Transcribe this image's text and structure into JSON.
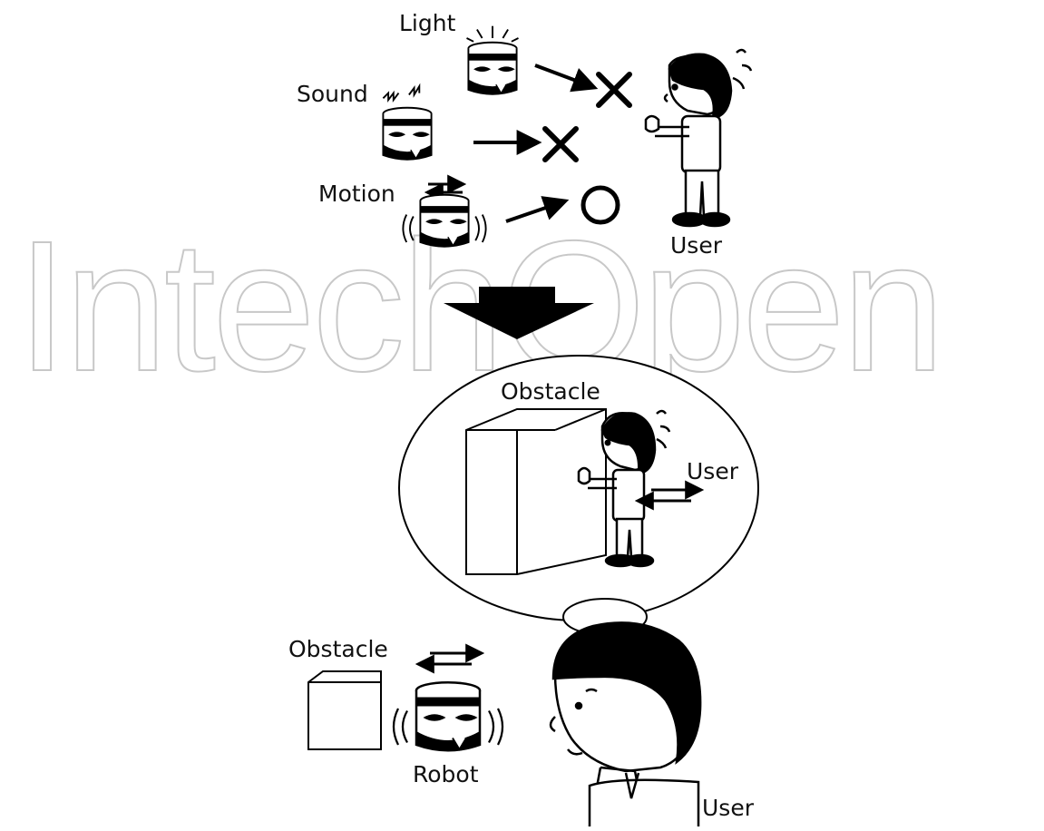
{
  "watermark": "IntechOpen",
  "top_panel": {
    "stimuli": [
      {
        "label": "Light",
        "result_icon": "cross-icon"
      },
      {
        "label": "Sound",
        "result_icon": "cross-icon"
      },
      {
        "label": "Motion",
        "result_icon": "circle-icon"
      }
    ],
    "user_label": "User"
  },
  "transition_icon": "down-arrow-icon",
  "bottom_panel": {
    "thought_bubble": {
      "obstacle_label": "Obstacle",
      "user_label": "User"
    },
    "obstacle_label": "Obstacle",
    "robot_label": "Robot",
    "user_label": "User"
  }
}
